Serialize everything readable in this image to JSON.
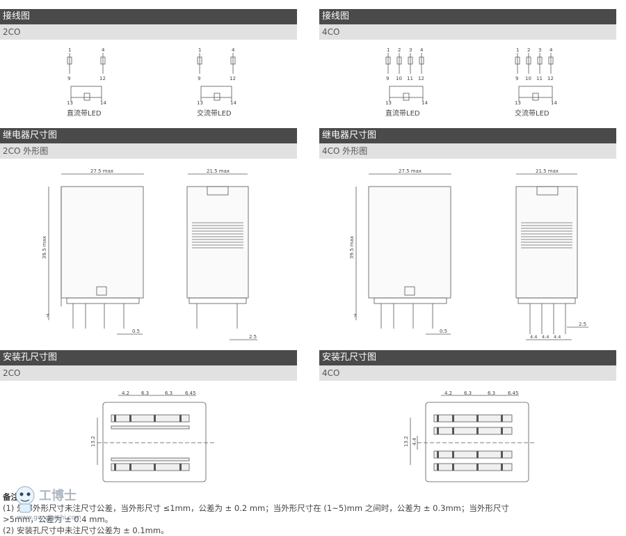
{
  "wiring": {
    "left": {
      "title": "接线图",
      "variant": "2CO",
      "labels": {
        "dc": "直流带LED",
        "ac": "交流带LED"
      }
    },
    "right": {
      "title": "接线图",
      "variant": "4CO",
      "labels": {
        "dc": "直流带LED",
        "ac": "交流带LED"
      }
    },
    "terminals_2co": {
      "top": [
        "1",
        "4"
      ],
      "bottom": [
        "9",
        "12"
      ],
      "coil": [
        "13",
        "14"
      ]
    },
    "terminals_4co": {
      "top": [
        "1",
        "2",
        "3",
        "4"
      ],
      "bottom": [
        "9",
        "10",
        "11",
        "12"
      ],
      "coil": [
        "13",
        "14"
      ]
    }
  },
  "dimensions": {
    "left": {
      "title": "继电器尺寸图",
      "variant": "2CO 外形图"
    },
    "right": {
      "title": "继电器尺寸图",
      "variant": "4CO 外形图"
    },
    "labels": {
      "width_front": "27.5 max",
      "width_side": "21.5 max",
      "height": "39.5 max",
      "pin_len": "7",
      "pin_thk": "0.5",
      "pin_space": "2.5",
      "pitch": "4.4"
    }
  },
  "mounting": {
    "left": {
      "title": "安装孔尺寸图",
      "variant": "2CO"
    },
    "right": {
      "title": "安装孔尺寸图",
      "variant": "4CO"
    },
    "labels": {
      "d1": "4.2",
      "d2": "6.3",
      "d3": "6.3",
      "d4": "6.45",
      "height": "13.2",
      "inner": "4.4"
    }
  },
  "notes": {
    "title": "备注",
    "line1": "(1) 外部外形尺寸未注尺寸公差，当外形尺寸 ≤1mm，公差为 ± 0.2 mm；当外形尺寸在 (1~5)mm 之间时，公差为 ± 0.3mm；当外形尺寸",
    "line2": ">5mm，公差为 ± 0.4 mm。",
    "line3": "(2) 安装孔尺寸中未注尺寸公差为 ± 0.1mm。"
  },
  "watermark": {
    "brand": "工博士",
    "url": "www.gongboshi.com"
  }
}
